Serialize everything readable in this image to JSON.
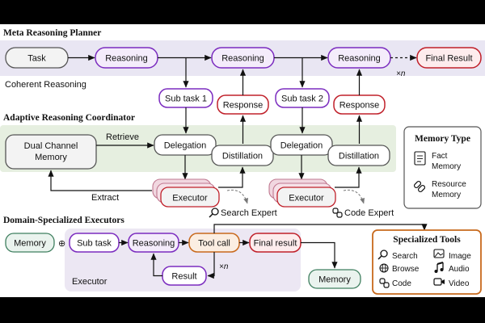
{
  "sections": {
    "planner": "Meta Reasoning Planner",
    "coordinator": "Adaptive Reasoning Coordinator",
    "executors": "Domain-Specialized Executors"
  },
  "planner": {
    "task": "Task",
    "reasoning": "Reasoning",
    "final_result": "Final Result",
    "coherent": "Coherent Reasoning",
    "times_n": "×n"
  },
  "coordinator": {
    "subtask1": "Sub task 1",
    "subtask2": "Sub task 2",
    "response": "Response",
    "memory_line1": "Dual Channel",
    "memory_line2": "Memory",
    "retrieve": "Retrieve",
    "extract": "Extract",
    "delegation": "Delegation",
    "distillation": "Distillation",
    "executor": "Executor",
    "search_expert": "Search Expert",
    "code_expert": "Code Expert"
  },
  "memory_type": {
    "title": "Memory Type",
    "fact_line1": "Fact",
    "fact_line2": "Memory",
    "resource_line1": "Resource",
    "resource_line2": "Memory"
  },
  "executors": {
    "memory": "Memory",
    "subtask": "Sub task",
    "reasoning": "Reasoning",
    "tool_call": "Tool call",
    "final_result": "Final result",
    "result": "Result",
    "times_n": "×n",
    "executor": "Executor",
    "memory_out": "Memory",
    "oplus": "⊕"
  },
  "tools": {
    "title": "Specialized Tools",
    "search": "Search",
    "image": "Image",
    "browse": "Browse",
    "audio": "Audio",
    "code": "Code",
    "video": "Video"
  },
  "colors": {
    "gray_border": "#555555",
    "purple": "#7b2cbf",
    "red": "#c0202a",
    "green": "#3f7f5f",
    "orange": "#c8691c",
    "planner_bg": "#e9e6f3",
    "coordinator_bg": "#e6efe0",
    "executor_bg": "#ece7f3",
    "task_fill": "#f3f3f3",
    "reasoning_fill": "#f4ecfb",
    "final_fill": "#fdeced",
    "green_fill": "#eaf3ee",
    "orange_fill": "#fbeee2"
  }
}
